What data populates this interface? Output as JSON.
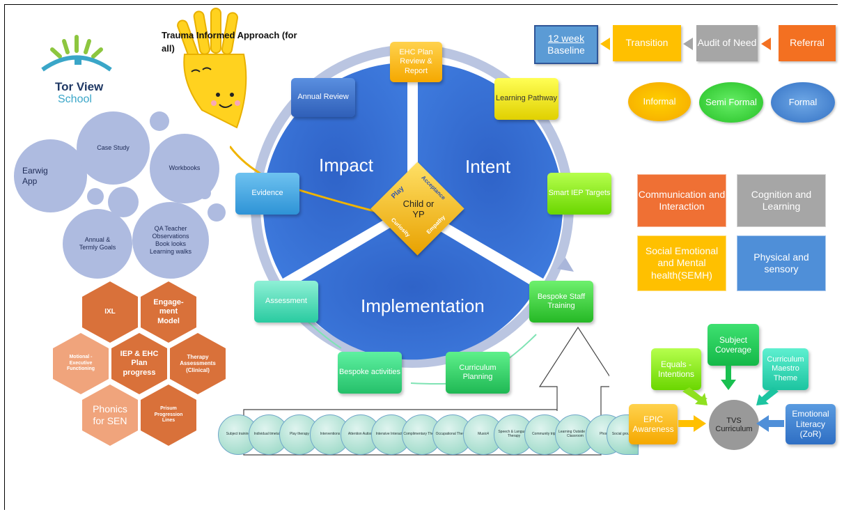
{
  "logo": {
    "title": "Tor View",
    "subtitle": "School"
  },
  "trauma_label": "Trauma Informed Approach (for all)",
  "bubbles": {
    "earwig": "Earwig App",
    "case_study": "Case Study",
    "workbooks": "Workbooks",
    "goals": "Annual & Termly Goals",
    "qa": "QA Teacher Observations Book looks Learning walks"
  },
  "hexagons": {
    "ixl": "IXL",
    "engagement": "Engage-ment Model",
    "motional": "Motional - Executive Functioning",
    "iep": "IEP & EHC Plan progress",
    "therapy": "Therapy Assessments (Clinical)",
    "phonics": "Phonics for SEN",
    "prisum": "Prisum Progression Lines"
  },
  "cycle": {
    "impact": "Impact",
    "intent": "Intent",
    "implementation": "Implementation",
    "center": "Child or YP",
    "center_words": [
      "Play",
      "Acceptance",
      "Curiosity",
      "Empathy"
    ],
    "steps": {
      "ehc": "EHC Plan Review & Report",
      "annual": "Annual Review",
      "learning_pathway": "Learning Pathway",
      "evidence": "Evidence",
      "smart": "Smart IEP Targets",
      "assessment": "Assessment",
      "staff": "Bespoke Staff Training",
      "bespoke_activities": "Bespoke activities",
      "curriculum_planning": "Curriculum Planning"
    }
  },
  "process": {
    "baseline_1": "12 week",
    "baseline_2": "Baseline",
    "transition": "Transition",
    "audit": "Audit of Need",
    "referral": "Referral"
  },
  "ovals": {
    "informal": "Informal",
    "semi": "Semi Formal",
    "formal": "Formal"
  },
  "categories": {
    "communication": "Communication and Interaction",
    "cognition": "Cognition and Learning",
    "semh": "Social Emotional and Mental health(SEMH)",
    "physical": "Physical and sensory"
  },
  "tvs": {
    "center": "TVS Curriculum",
    "subject": "Subject Coverage",
    "equals": "Equals - Intentions",
    "maestro": "Curriculum Maestro Theme",
    "epic": "EPIC Awareness",
    "emotional": "Emotional Literacy (ZoR)"
  },
  "chain": [
    "Subject training",
    "Individual timetable",
    "Play therapy",
    "Interventions",
    "Attention Autism",
    "Intensive Interaction",
    "Complimentary Therapy",
    "Occupational Therapy",
    "Music4",
    "Speech & Language Therapy",
    "Community trips",
    "Learning Outside The Classroom",
    "Phonics",
    "Social groups"
  ],
  "colors": {
    "blue": "#2f5fb8",
    "orange": "#f37021",
    "gray": "#a6a6a6",
    "yellow": "#ffc000",
    "green": "#33cc66",
    "teal": "#29cba0",
    "hex": "#d9713a"
  }
}
